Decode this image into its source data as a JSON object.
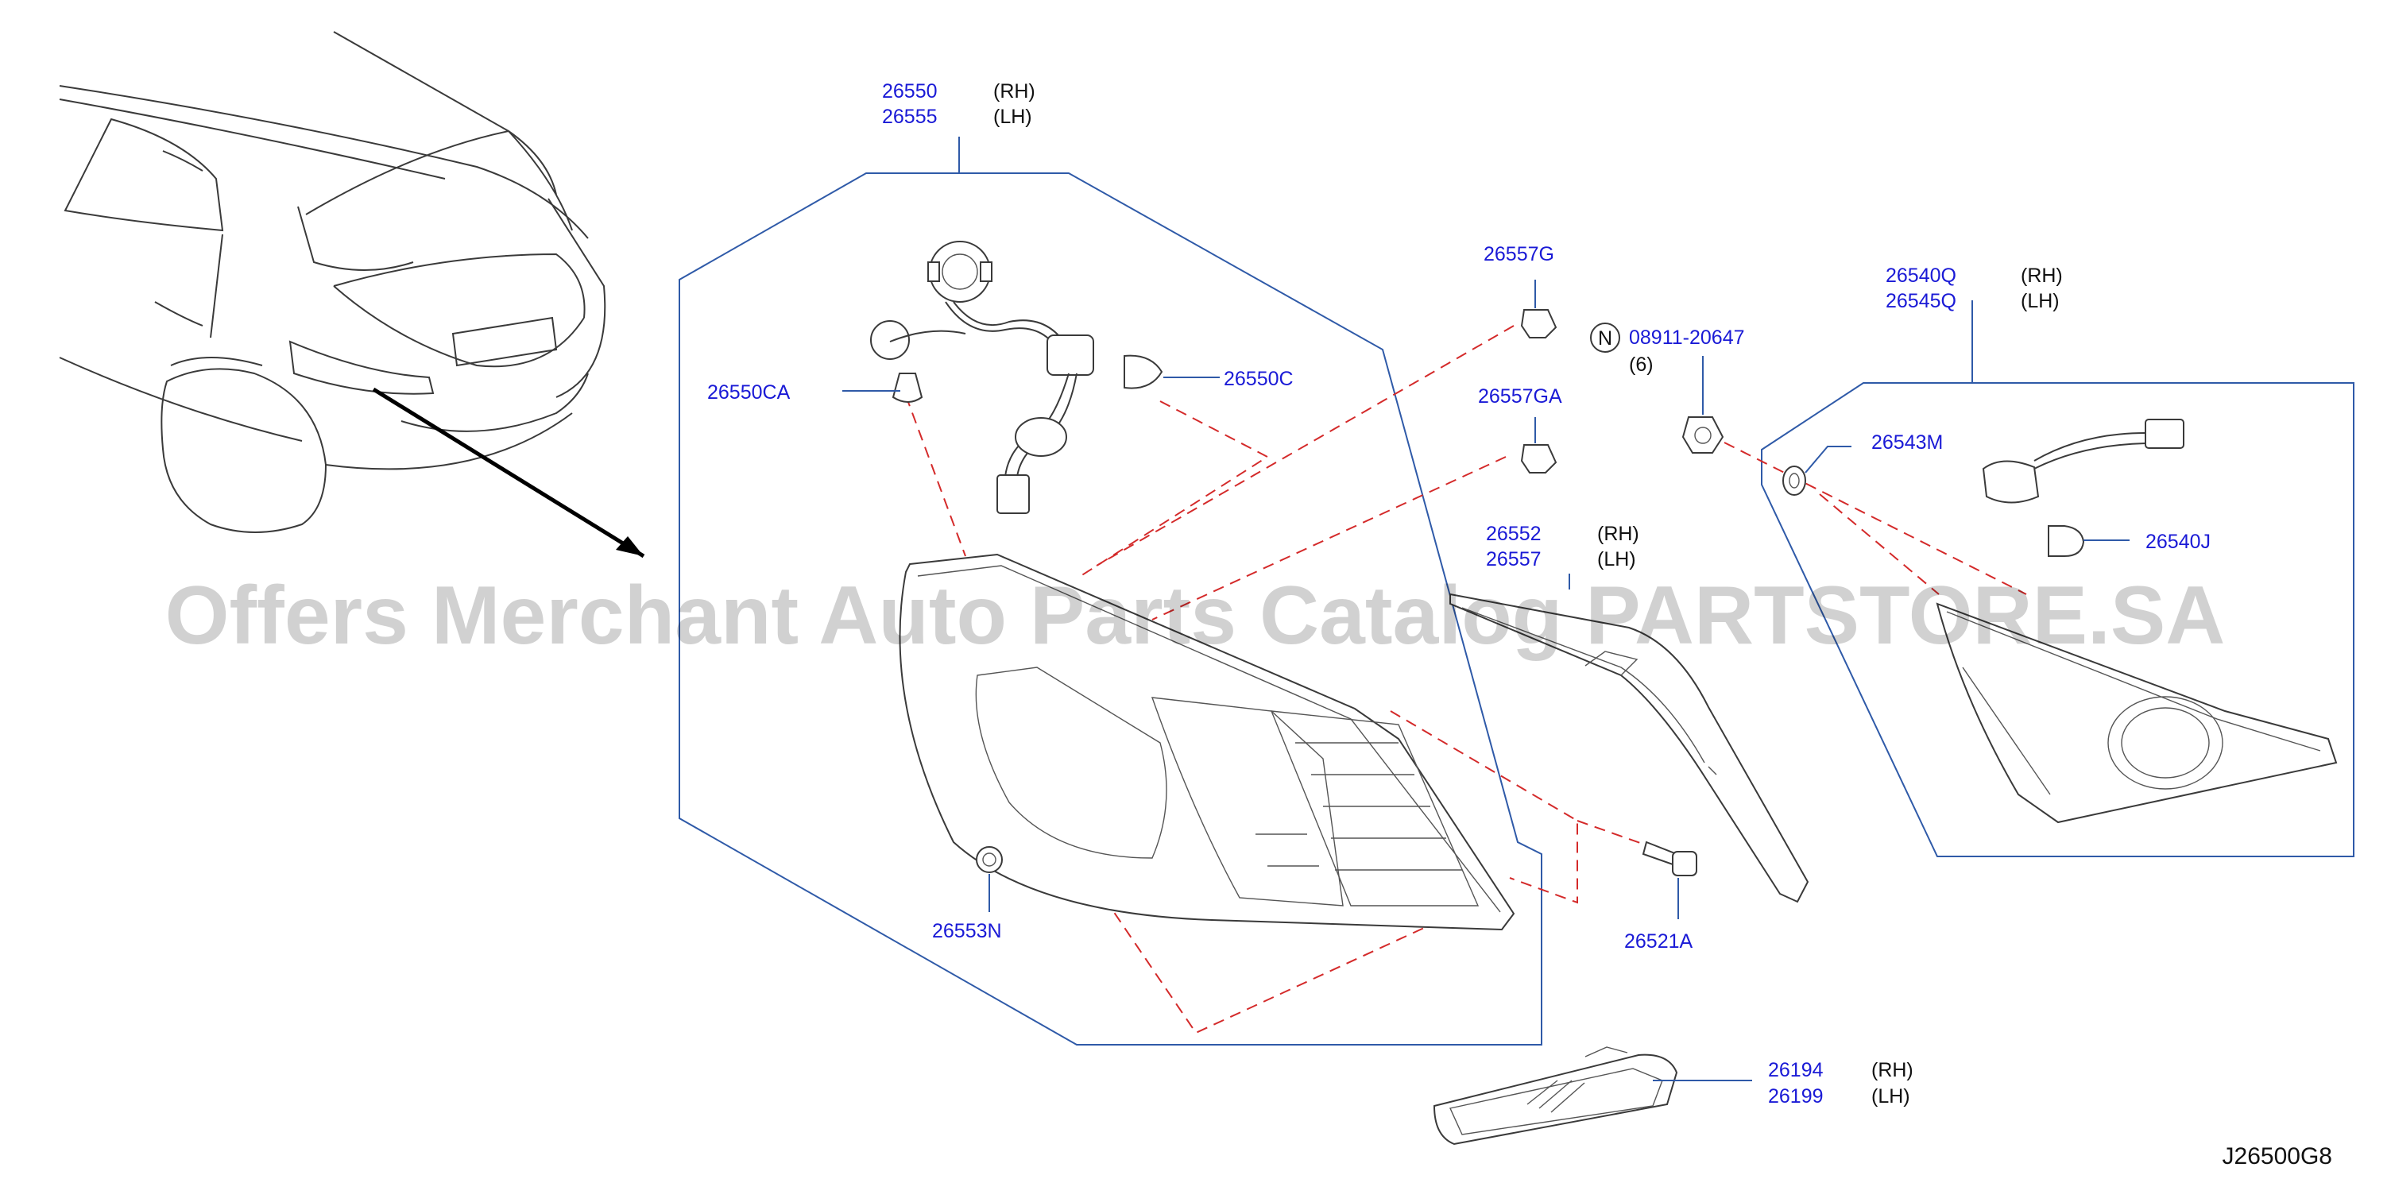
{
  "colors": {
    "part_number": "#1a1ad6",
    "leader_blue": "#2f5aa8",
    "dashed_red": "#d42a2a",
    "watermark": "#000000"
  },
  "watermark": "Offers Merchant Auto Parts Catalog PARTSTORE.SA",
  "diagram_ref": "J26500G8",
  "callouts": {
    "assy_26550": {
      "rh": "26550",
      "lh": "26555",
      "rh_side": "(RH)",
      "lh_side": "(LH)"
    },
    "p_26550CA": "26550CA",
    "p_26550C": "26550C",
    "p_26553N": "26553N",
    "p_26557G": "26557G",
    "p_26557GA": "26557GA",
    "nut": {
      "marker": "N",
      "number": "08911-20647",
      "qty": "(6)"
    },
    "p_26552": {
      "rh": "26552",
      "lh": "26557",
      "rh_side": "(RH)",
      "lh_side": "(LH)"
    },
    "p_26521A": "26521A",
    "p_26540Q": {
      "rh": "26540Q",
      "lh": "26545Q",
      "rh_side": "(RH)",
      "lh_side": "(LH)"
    },
    "p_26543M": "26543M",
    "p_26540J": "26540J",
    "p_26194": {
      "rh": "26194",
      "lh": "26199",
      "rh_side": "(RH)",
      "lh_side": "(LH)"
    }
  }
}
